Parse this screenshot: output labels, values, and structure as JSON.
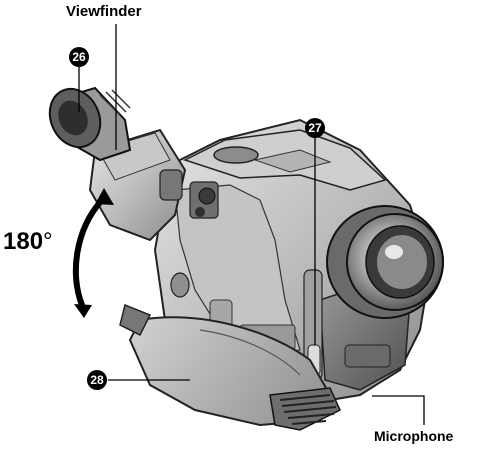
{
  "labels": {
    "viewfinder": "Viewfinder",
    "angle": "180",
    "angle_unit": "°",
    "microphone": "Microphone"
  },
  "callouts": {
    "c26": "26",
    "c27": "27",
    "c28": "28"
  }
}
